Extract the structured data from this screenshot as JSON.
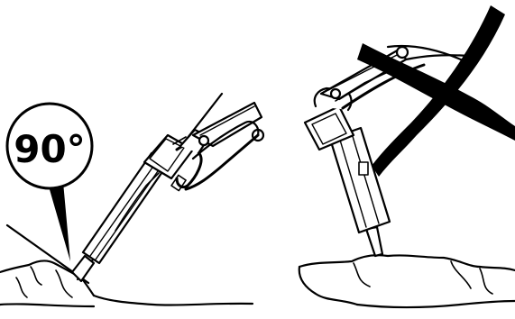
{
  "diagram": {
    "left_panel": {
      "angle_callout": "90°",
      "meaning": "correct"
    },
    "right_panel": {
      "meaning": "incorrect",
      "cross_mark": "x-mark"
    },
    "colors": {
      "ink": "#000000",
      "paper": "#ffffff"
    }
  }
}
